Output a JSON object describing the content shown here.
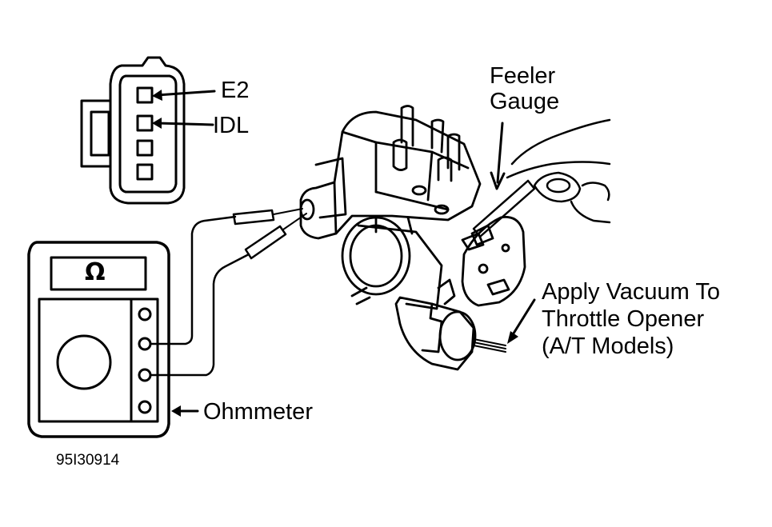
{
  "labels": {
    "e2": "E2",
    "idl": "IDL",
    "feeler_line1": "Feeler",
    "feeler_line2": "Gauge",
    "vacuum_line1": "Apply Vacuum To",
    "vacuum_line2": "Throttle Opener",
    "vacuum_line3": "(A/T Models)",
    "ohmmeter": "Ohmmeter",
    "ohm_symbol": "Ω",
    "figure_id": "95I30914"
  },
  "colors": {
    "ink": "#000000",
    "paper": "#ffffff"
  }
}
